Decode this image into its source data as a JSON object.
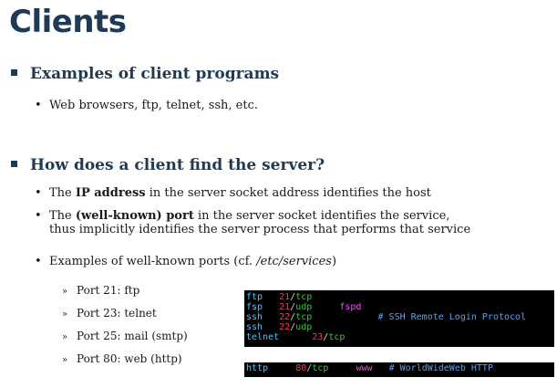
{
  "title": "Clients",
  "sections": [
    {
      "heading": "Examples of client programs",
      "bullets": [
        "Web browsers, ftp, telnet, ssh, etc."
      ]
    },
    {
      "heading": "How does a client find the server?",
      "bullet1": {
        "pre": "The ",
        "bold": "IP address",
        "post": " in the server socket address identifies the host"
      },
      "bullet2": {
        "pre": "The ",
        "bold": "(well-known) port",
        "post": " in the server socket identifies the service,",
        "line2": "thus implicitly identifies the server process that performs that service"
      },
      "bullet3": {
        "pre": "Examples of well-known ports (cf. ",
        "italic": "/etc/services",
        "post": ")"
      },
      "ports": [
        "Port 21: ftp",
        "Port 23: telnet",
        "Port 25: mail (smtp)",
        "Port 80: web (http)"
      ]
    }
  ],
  "terminal1": {
    "rows": [
      {
        "name": "ftp",
        "port": "21",
        "proto": "tcp",
        "alias": "",
        "comment": ""
      },
      {
        "name": "fsp",
        "port": "21",
        "proto": "udp",
        "alias": "fspd",
        "comment": ""
      },
      {
        "name": "ssh",
        "port": "22",
        "proto": "tcp",
        "alias": "",
        "comment": "# SSH Remote Login Protocol"
      },
      {
        "name": "ssh",
        "port": "22",
        "proto": "udp",
        "alias": "",
        "comment": ""
      },
      {
        "name": "telnet",
        "port": "23",
        "proto": "tcp",
        "alias": "",
        "comment": ""
      }
    ]
  },
  "terminal2": {
    "name": "http",
    "port": "80",
    "proto": "tcp",
    "alias": "www",
    "comment": "# WorldWideWeb HTTP"
  },
  "colors": {
    "heading": "#1f3a56",
    "term_bg": "#000000",
    "term_name": "#4fc3f7",
    "term_port": "#ff3355",
    "term_proto": "#33cc33",
    "term_alias": "#ff44ff",
    "term_comment": "#4fa3ff"
  },
  "icons": {
    "section_bullet": "square-bullet-icon",
    "port_bullet": "raquo-icon"
  }
}
